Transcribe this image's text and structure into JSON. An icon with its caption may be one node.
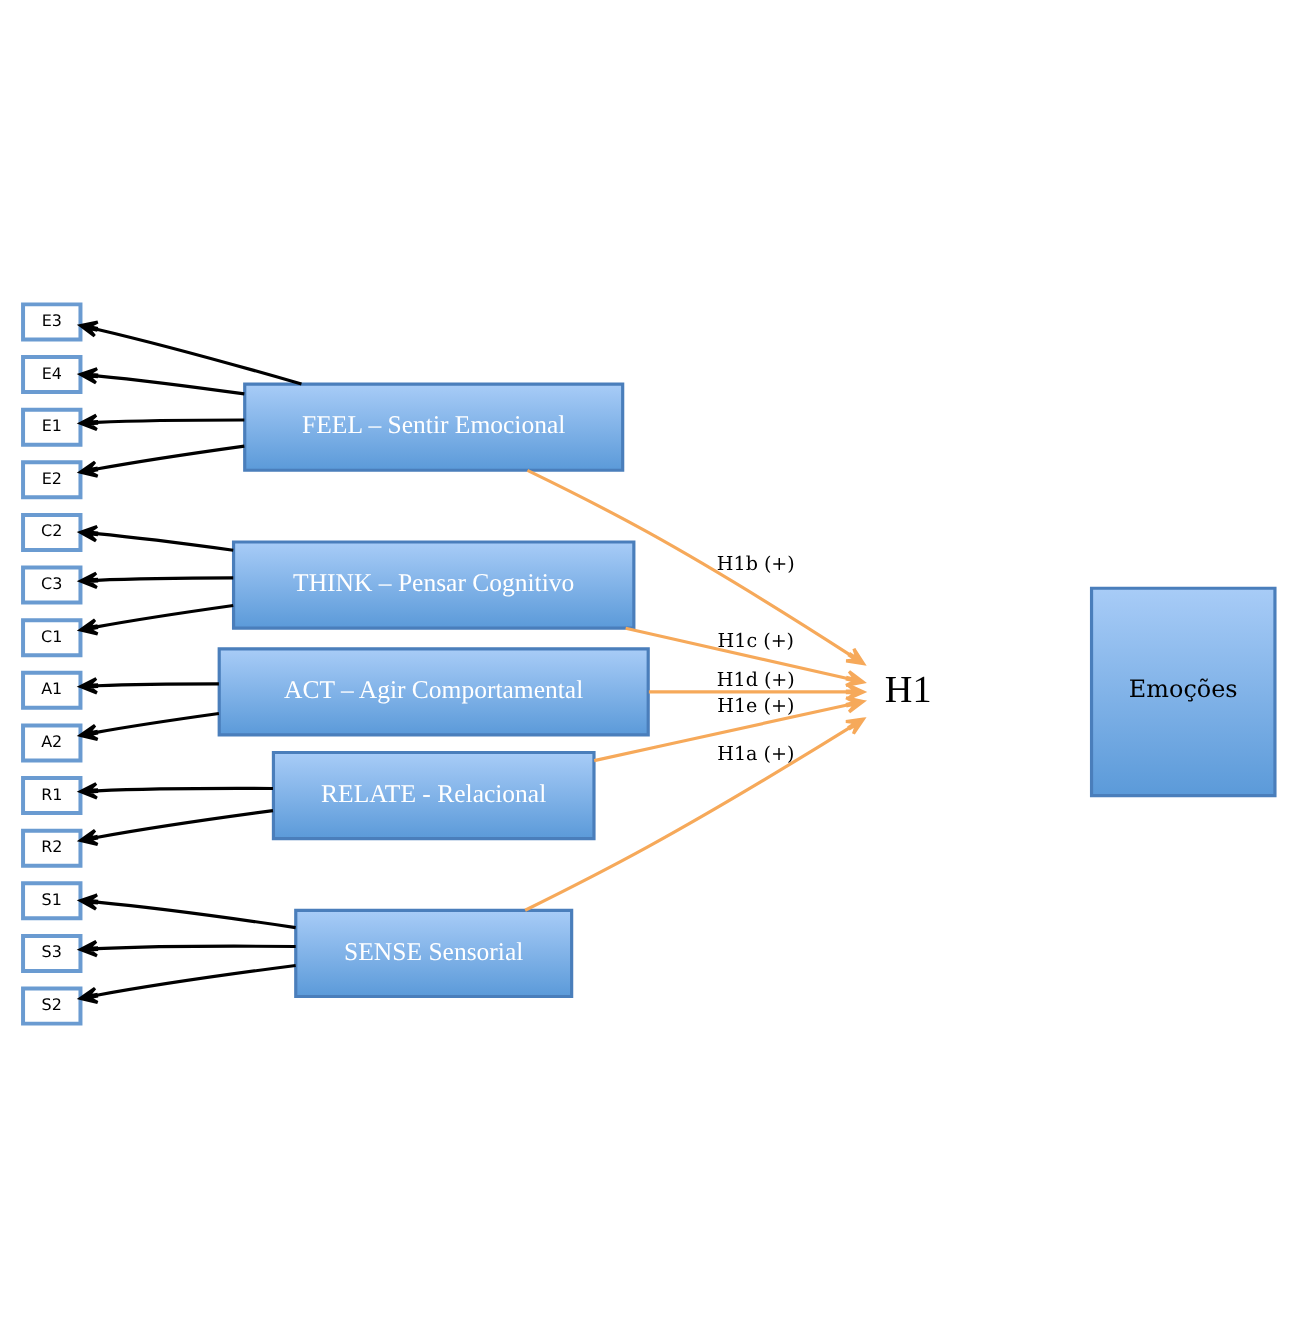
{
  "diagram": {
    "nodes": [
      {
        "text": [
          "S1"
        ]
      },
      {
        "text": [
          "S2"
        ]
      },
      {
        "text": [
          "S3"
        ]
      },
      {
        "text": [
          "SENSE Sensorial"
        ]
      },
      {
        "text": [
          "E1"
        ]
      },
      {
        "text": [
          "E2"
        ]
      },
      {
        "text": [
          "E3"
        ]
      },
      {
        "text": [
          "E4"
        ]
      },
      {
        "text": [
          "FEEL – Sentir Emocional"
        ]
      },
      {
        "text": [
          "C1"
        ]
      },
      {
        "text": [
          "C2"
        ]
      },
      {
        "text": [
          "C3"
        ]
      },
      {
        "text": [
          "THINK – Pensar Cognitivo"
        ]
      },
      {
        "text": [
          "A1"
        ]
      },
      {
        "text": [
          "A2"
        ]
      },
      {
        "text": [
          "ACT – Agir Comportamental"
        ]
      },
      {
        "text": [
          "R1"
        ]
      },
      {
        "text": [
          "R2"
        ]
      },
      {
        "text": [
          "RELATE - Relacional"
        ]
      },
      {
        "text": [
          "H1"
        ]
      },
      {
        "text": [
          "Emoções"
        ]
      }
    ],
    "edges": [
      {
        "from": 3,
        "to": 0,
        "arrow": "to"
      },
      {
        "from": 3,
        "to": 1,
        "arrow": "to"
      },
      {
        "from": 3,
        "to": 2,
        "arrow": "to"
      },
      {
        "from": 8,
        "to": 4,
        "arrow": "to"
      },
      {
        "from": 8,
        "to": 5,
        "arrow": "to"
      },
      {
        "from": 8,
        "to": 6,
        "arrow": "to"
      },
      {
        "from": 8,
        "to": 7,
        "arrow": "to"
      },
      {
        "from": 12,
        "to": 9,
        "arrow": "to"
      },
      {
        "from": 12,
        "to": 10,
        "arrow": "to"
      },
      {
        "from": 12,
        "to": 11,
        "arrow": "to"
      },
      {
        "from": 15,
        "to": 13,
        "arrow": "to"
      },
      {
        "from": 15,
        "to": 14,
        "arrow": "to"
      },
      {
        "from": 18,
        "to": 16,
        "arrow": "to"
      },
      {
        "from": 18,
        "to": 17,
        "arrow": "to"
      },
      {
        "from": 3,
        "to": 19,
        "arrow": "to",
        "label": "H1a (+)",
        "color": "#f6a95a"
      },
      {
        "from": 8,
        "to": 19,
        "arrow": "to",
        "label": "H1b (+)",
        "color": "#f6a95a"
      },
      {
        "from": 12,
        "to": 19,
        "arrow": "to",
        "label": "H1c (+)",
        "color": "#f6a95a"
      },
      {
        "from": 15,
        "to": 19,
        "arrow": "to",
        "label": "H1d (+)",
        "color": "#f6a95a"
      },
      {
        "from": 18,
        "to": 19,
        "arrow": "to",
        "label": "H1e (+)",
        "color": "#f6a95a"
      }
    ]
  }
}
